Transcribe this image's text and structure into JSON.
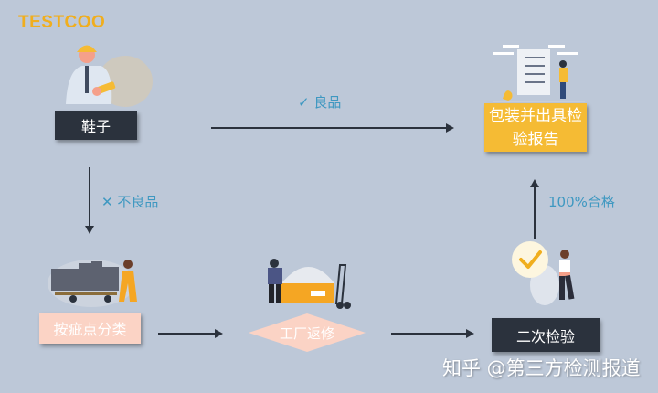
{
  "logo": "TESTCOO",
  "nodes": {
    "shoes": "鞋子",
    "report": "包装并出具检验报告",
    "report_line1": "包装并出具检",
    "report_line2": "验报告",
    "sort": "按疵点分类",
    "repair": "工厂返修",
    "recheck": "二次检验"
  },
  "edges": {
    "good": {
      "icon": "check-icon",
      "symbol": "✓",
      "text": "良品"
    },
    "defective": {
      "icon": "cross-icon",
      "symbol": "✕",
      "text": "不良品"
    },
    "pass": {
      "text": "100%合格"
    }
  },
  "watermark": "知乎 @第三方检测报道",
  "colors": {
    "background": "#bdc8d8",
    "dark_box": "#2b323d",
    "yellow_box": "#f5bb34",
    "pink_box": "#fbd3c5",
    "label_text": "#3e98c1",
    "logo": "#f0ae1e"
  }
}
